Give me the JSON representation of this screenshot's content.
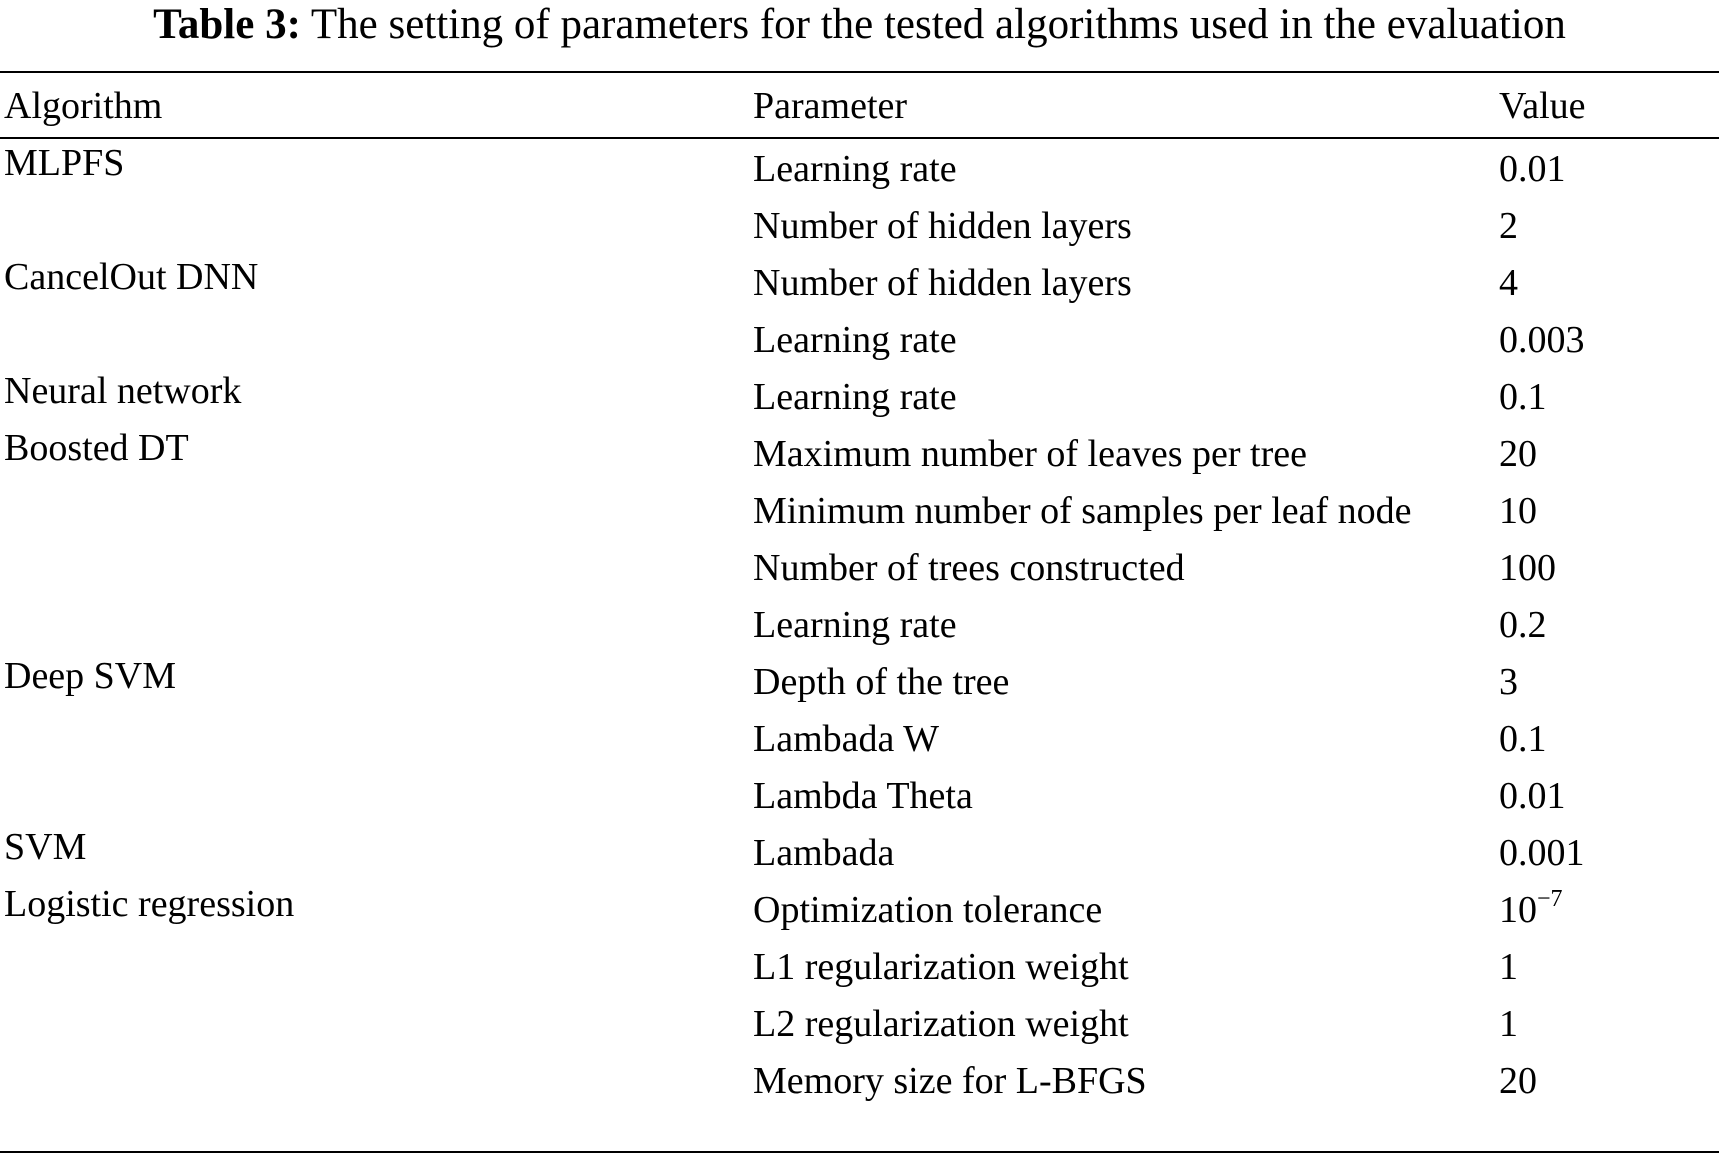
{
  "caption": {
    "label": "Table 3:",
    "text": "The setting of parameters for the tested algorithms used in the evaluation"
  },
  "table": {
    "headers": {
      "algorithm": "Algorithm",
      "parameter": "Parameter",
      "value": "Value"
    },
    "rows": [
      {
        "algorithm": "MLPFS",
        "parameter": "Learning rate",
        "value": "0.01"
      },
      {
        "algorithm": "",
        "parameter": "Number of hidden layers",
        "value": "2"
      },
      {
        "algorithm": "CancelOut DNN",
        "parameter": "Number of hidden layers",
        "value": "4"
      },
      {
        "algorithm": "",
        "parameter": "Learning rate",
        "value": "0.003"
      },
      {
        "algorithm": "Neural network",
        "parameter": "Learning rate",
        "value": "0.1"
      },
      {
        "algorithm": "Boosted DT",
        "parameter": "Maximum number of leaves per tree",
        "value": "20"
      },
      {
        "algorithm": "",
        "parameter": "Minimum number of samples per leaf node",
        "value": "10"
      },
      {
        "algorithm": "",
        "parameter": "Number of trees constructed",
        "value": "100"
      },
      {
        "algorithm": "",
        "parameter": "Learning rate",
        "value": "0.2"
      },
      {
        "algorithm": "Deep SVM",
        "parameter": "Depth of the tree",
        "value": "3"
      },
      {
        "algorithm": "",
        "parameter": "Lambada W",
        "value": "0.1"
      },
      {
        "algorithm": "",
        "parameter": "Lambda Theta",
        "value": "0.01"
      },
      {
        "algorithm": "SVM",
        "parameter": "Lambada",
        "value": "0.001"
      },
      {
        "algorithm": "Logistic regression",
        "parameter": "Optimization tolerance",
        "value": "10",
        "value_exp": "−7"
      },
      {
        "algorithm": "",
        "parameter": "L1 regularization weight",
        "value": "1"
      },
      {
        "algorithm": "",
        "parameter": "L2 regularization weight",
        "value": "1"
      },
      {
        "algorithm": "",
        "parameter": "Memory size for L-BFGS",
        "value": "20"
      }
    ]
  }
}
